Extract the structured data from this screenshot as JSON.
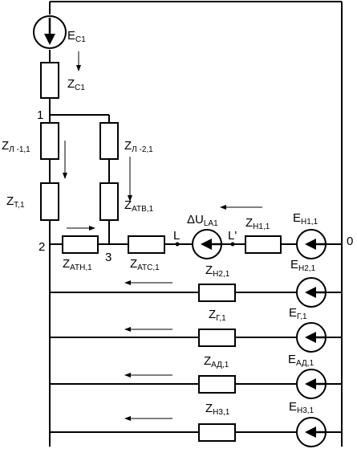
{
  "nodes": {
    "n1": "1",
    "n2": "2",
    "n3": "3",
    "n0": "0",
    "L": "L",
    "Lp": "L'"
  },
  "labels": {
    "ec1": {
      "main": "E",
      "sub": "C1"
    },
    "zc1": {
      "main": "Z",
      "sub": "C1"
    },
    "zl11": {
      "main": "Z",
      "sub": "Л -1,1"
    },
    "zl21": {
      "main": "Z",
      "sub": "Л -2,1"
    },
    "zt1": {
      "main": "Z",
      "sub": "T,1"
    },
    "zatv": {
      "main": "Z",
      "sub": "АТВ,1"
    },
    "zatn": {
      "main": "Z",
      "sub": "АТН,1"
    },
    "zatc": {
      "main": "Z",
      "sub": "АТС,1"
    },
    "dula": {
      "main": "ΔU",
      "sub": "LA1"
    },
    "zn11": {
      "main": "Z",
      "sub": "Н1,1"
    },
    "en11": {
      "main": "E",
      "sub": "Н1,1"
    },
    "zn21": {
      "main": "Z",
      "sub": "Н2,1"
    },
    "en21": {
      "main": "E",
      "sub": "Н2,1"
    },
    "zg1": {
      "main": "Z",
      "sub": "Г,1"
    },
    "eg1": {
      "main": "E",
      "sub": "Г,1"
    },
    "zad1": {
      "main": "Z",
      "sub": "АД,1"
    },
    "ead1": {
      "main": "E",
      "sub": "АД,1"
    },
    "zn31": {
      "main": "Z",
      "sub": "Н3,1"
    },
    "en31": {
      "main": "E",
      "sub": "Н3,1"
    }
  }
}
